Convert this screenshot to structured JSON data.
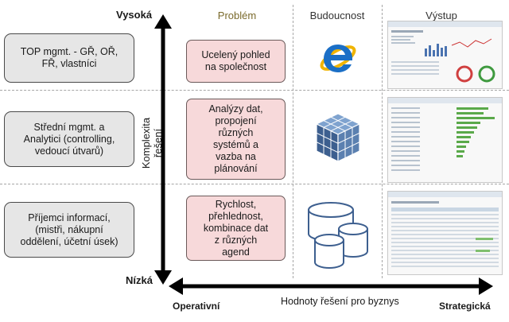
{
  "axis": {
    "y_top": "Vysoká",
    "y_bottom": "Nízká",
    "y_title": "Komplexita řešení",
    "x_left": "Operativní",
    "x_right": "Strategická",
    "x_title": "Hodnoty řešení pro byznys"
  },
  "columns": {
    "problem": "Problém",
    "future": "Budoucnost",
    "output": "Výstup"
  },
  "rows": [
    {
      "role": "TOP mgmt. - GŘ, OŘ,\nFŘ, vlastníci",
      "problem": "Ucelený pohled\nna společnost",
      "future_icon": "internet-explorer-icon"
    },
    {
      "role": "Střední mgmt. a\nAnalytici (controlling,\nvedoucí útvarů)",
      "problem": "Analýzy dat,\npropojení\nrůzných\nsystémů a\nvazba na\nplánování",
      "future_icon": "olap-cube-icon"
    },
    {
      "role": "Příjemci informací,\n(mistři, nákupní\noddělení, účetní úsek)",
      "problem": "Rychlost,\npřehlednost,\nkombinace dat\nz různých\nagend",
      "future_icon": "database-cylinders-icon"
    }
  ],
  "colors": {
    "problem_fill": "#f7d9da",
    "role_fill": "#e6e6e6",
    "ie_blue": "#1b6fc6",
    "ie_ring": "#f0b400",
    "cube_blue": "#3d5f8f"
  }
}
